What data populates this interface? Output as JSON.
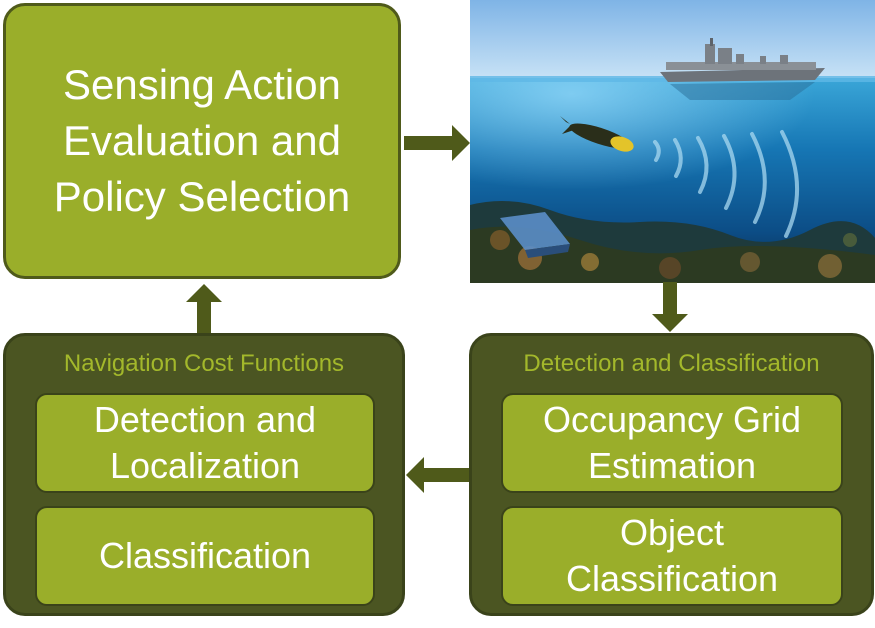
{
  "main_box": {
    "line1": "Sensing Action",
    "line2": "Evaluation and",
    "line3": "Policy Selection"
  },
  "left_group": {
    "title": "Navigation Cost Functions",
    "item1": {
      "line1": "Detection and",
      "line2": "Localization"
    },
    "item2": {
      "line1": "Classification"
    }
  },
  "right_group": {
    "title": "Detection and Classification",
    "item1": {
      "line1": "Occupancy Grid",
      "line2": "Estimation"
    },
    "item2": {
      "line1": "Object",
      "line2": "Classification"
    }
  },
  "colors": {
    "olive_box": "#9aae2a",
    "dark_group": "#4b5522",
    "border": "#4f5a1a",
    "title_text": "#a3b82b"
  }
}
